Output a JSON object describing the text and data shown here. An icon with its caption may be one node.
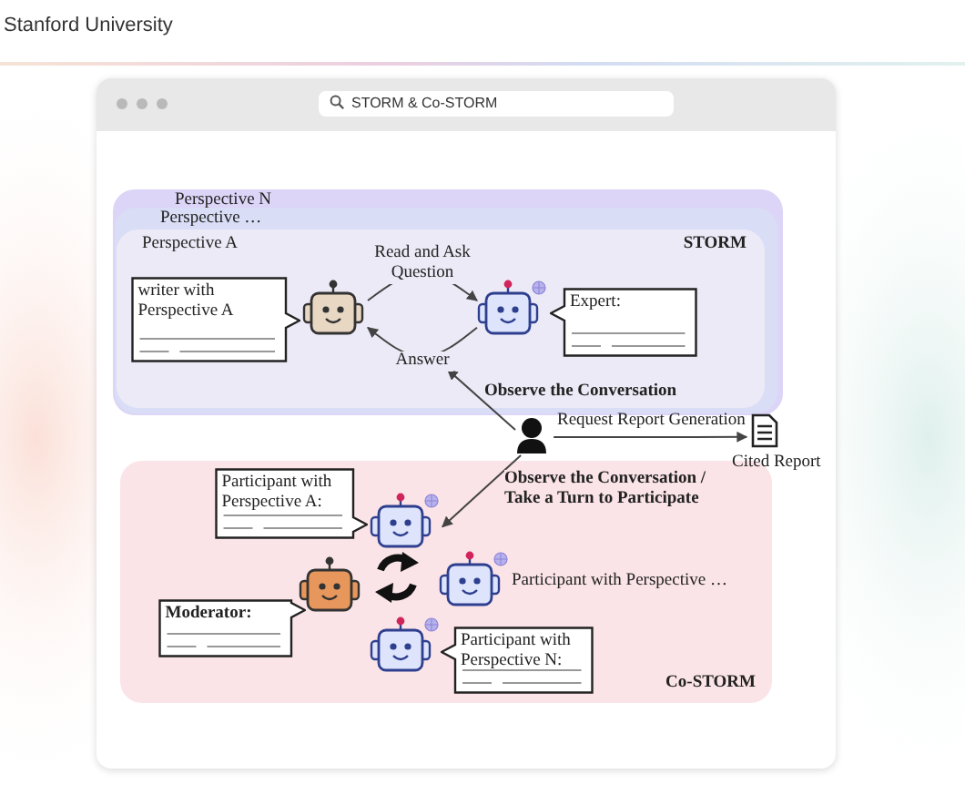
{
  "diagram": {
    "nodes": [
      {
        "text": [
          "Perspective N"
        ]
      },
      {
        "text": [
          "Perspective …"
        ],
        "in": 0
      },
      {
        "text": [
          "Perspective A",
          "STORM"
        ],
        "in": 1
      },
      {
        "text": [
          "writer with Perspective A"
        ],
        "in": 2
      },
      {
        "text": [],
        "shape": "robot",
        "in": 2
      },
      {
        "text": [],
        "shape": "robot",
        "in": 2
      },
      {
        "text": [
          "Expert:"
        ],
        "in": 2
      },
      {
        "text": [],
        "shape": "person"
      },
      {
        "text": [],
        "shape": "document",
        "beside": [
          "Cited Report"
        ]
      },
      {
        "text": [
          "Co-STORM"
        ]
      },
      {
        "text": [
          "Participant with Perspective A:"
        ],
        "in": 9
      },
      {
        "text": [],
        "shape": "robot",
        "in": 9
      },
      {
        "text": [],
        "shape": "robot",
        "in": 9
      },
      {
        "text": [],
        "shape": "robot",
        "in": 9,
        "beside": [
          "Participant with Perspective …"
        ]
      },
      {
        "text": [
          "Moderator:"
        ],
        "in": 9
      },
      {
        "text": [],
        "shape": "robot",
        "in": 9
      },
      {
        "text": [
          "Participant with Perspective N:"
        ],
        "in": 9
      }
    ],
    "edges": [
      {
        "from": 4,
        "to": 5,
        "arrow": "to",
        "label": "Read and Ask Question"
      },
      {
        "from": 5,
        "to": 4,
        "arrow": "to",
        "label": "Answer"
      },
      {
        "from": 7,
        "to": 2,
        "arrow": "to",
        "label": "Observe the Conversation"
      },
      {
        "from": 7,
        "to": 8,
        "arrow": "to",
        "label": "Request Report Generation"
      },
      {
        "from": 7,
        "to": 11,
        "arrow": "to",
        "label": "Observe the Conversation / Take a Turn to Participate"
      }
    ],
    "labels": [
      "Stanford University",
      "STORM & Co-STORM"
    ]
  }
}
